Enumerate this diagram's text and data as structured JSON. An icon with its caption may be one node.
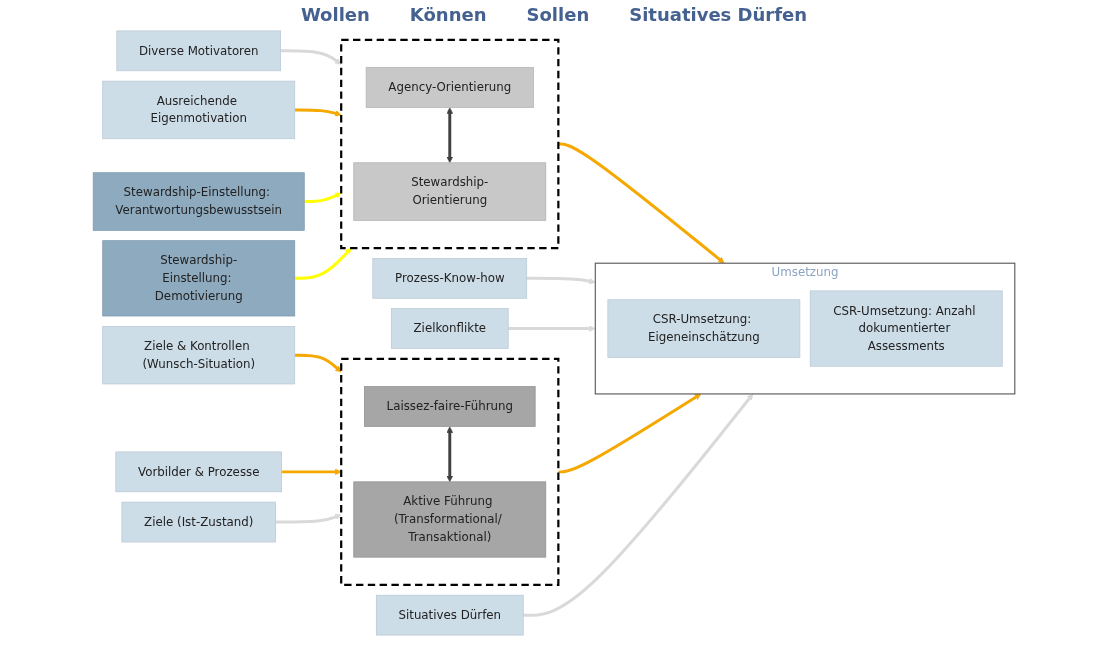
{
  "diagram": {
    "nodes": [
      {
        "text": [
          "Diverse Motivatoren"
        ]
      },
      {
        "text": [
          "Ausreichende Eigenmotivation"
        ]
      },
      {
        "text": [
          "Stewardship-Einstellung: Verantwortungsbewusstsein"
        ]
      },
      {
        "text": [
          "Stewardship-Einstellung: Demotivierung"
        ]
      },
      {
        "text": [],
        "shape": "box"
      },
      {
        "text": [
          "Agency-Orientierung"
        ],
        "in": 4
      },
      {
        "text": [
          "Stewardship-Orientierung"
        ],
        "in": 4
      },
      {
        "text": [
          "Prozess-Know-how"
        ]
      },
      {
        "text": [
          "Zielkonflikte"
        ]
      },
      {
        "text": [
          "Ziele & Kontrollen (Wunsch-Situation)"
        ]
      },
      {
        "text": [
          "Vorbilder & Prozesse"
        ]
      },
      {
        "text": [
          "Ziele (Ist-Zustand)"
        ]
      },
      {
        "text": [],
        "shape": "box"
      },
      {
        "text": [
          "Laissez-faire-Führung"
        ],
        "in": 12
      },
      {
        "text": [
          "Aktive Führung (Transformational/ Transaktional)"
        ],
        "in": 12
      },
      {
        "text": [
          "Situatives Dürfen"
        ]
      },
      {
        "text": [
          "Umsetzung"
        ]
      },
      {
        "text": [
          "CSR-Umsetzung: Eigeneinschätzung"
        ],
        "in": 16
      },
      {
        "text": [
          "CSR-Umsetzung: Anzahl dokumentierter Assessments"
        ],
        "in": 16
      }
    ],
    "edges": [
      {
        "from": 0,
        "to": 4,
        "arrow": "to",
        "color": "#d9d9d9"
      },
      {
        "from": 1,
        "to": 4,
        "arrow": "to",
        "color": "#f5a800"
      },
      {
        "from": 2,
        "to": 4,
        "arrow": "to",
        "color": "#ffff00"
      },
      {
        "from": 3,
        "to": 4,
        "arrow": "to",
        "color": "#ffff00"
      },
      {
        "from": 5,
        "to": 6,
        "arrow": "both",
        "color": "#404040"
      },
      {
        "from": 4,
        "to": 16,
        "arrow": "to",
        "color": "#f5a800"
      },
      {
        "from": 7,
        "to": 16,
        "arrow": "to",
        "color": "#d9d9d9"
      },
      {
        "from": 8,
        "to": 16,
        "arrow": "to",
        "color": "#d9d9d9"
      },
      {
        "from": 9,
        "to": 12,
        "arrow": "to",
        "color": "#f5a800"
      },
      {
        "from": 10,
        "to": 12,
        "arrow": "to",
        "color": "#f5a800"
      },
      {
        "from": 11,
        "to": 12,
        "arrow": "to",
        "color": "#d9d9d9"
      },
      {
        "from": 13,
        "to": 14,
        "arrow": "both",
        "color": "#404040"
      },
      {
        "from": 12,
        "to": 16,
        "arrow": "to",
        "color": "#f5a800"
      },
      {
        "from": 15,
        "to": 16,
        "arrow": "to",
        "color": "#d9d9d9"
      }
    ],
    "labels": [
      "Wollen",
      "Können",
      "Sollen",
      "Situatives Dürfen"
    ]
  }
}
